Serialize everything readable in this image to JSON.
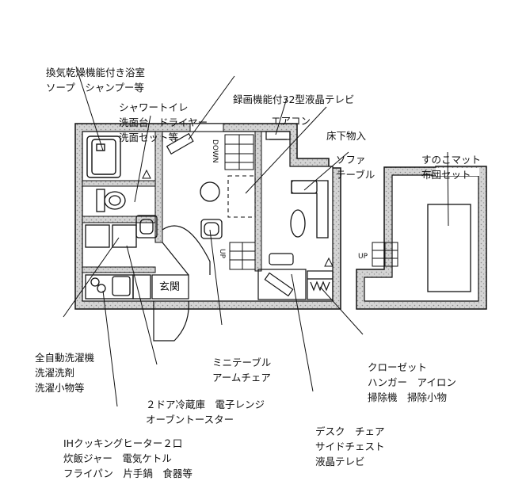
{
  "labels": {
    "bath": [
      "換気乾燥機能付き浴室",
      "ソープ　シャンプー等"
    ],
    "shower": [
      "シャワートイレ",
      "洗面台　ドライヤー",
      "洗面セット等"
    ],
    "tv32": "録画機能付32型液晶テレビ",
    "aircon": "エアコン",
    "underfloor": "床下物入",
    "sofa": [
      "ソファ",
      "テーブル"
    ],
    "sunoko": [
      "すのこマット",
      "布団セット"
    ],
    "washer": [
      "全自動洗濯機",
      "洗濯洗剤",
      "洗濯小物等"
    ],
    "mini": [
      "ミニテーブル",
      "アームチェア"
    ],
    "closet": [
      "クローゼット",
      "ハンガー　アイロン",
      "掃除機　掃除小物"
    ],
    "fridge": [
      "２ドア冷蔵庫　電子レンジ",
      "オーブントースター"
    ],
    "desk": [
      "デスク　チェア",
      "サイドチェスト",
      "液晶テレビ"
    ],
    "kitchen": [
      "IHクッキングヒーター２口",
      "炊飯ジャー　電気ケトル",
      "フライパン　片手鍋　食器等"
    ]
  },
  "plan_text": {
    "genkan": "玄関",
    "down": "DOWN",
    "up": "UP",
    "up2": "UP"
  }
}
